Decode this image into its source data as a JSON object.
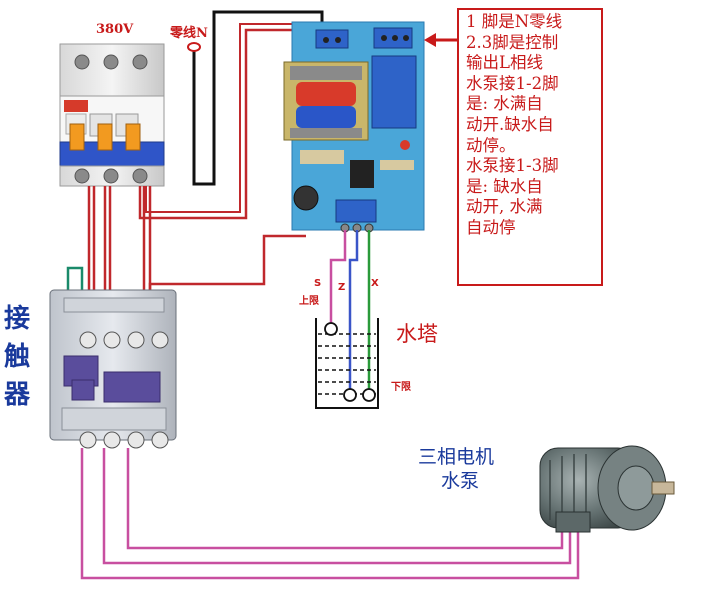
{
  "labels": {
    "voltage": "380V",
    "neutral_wire": "零线N",
    "contactor": [
      "接",
      "触",
      "器"
    ],
    "water_tower": "水塔",
    "upper_limit": "上限",
    "lower_limit": "下限",
    "probe_s": "S",
    "probe_z": "Z",
    "probe_x": "X",
    "motor_line1": "三相电机",
    "motor_line2": "水泵"
  },
  "notes": [
    "1 脚是N零线",
    "2.3脚是控制",
    "输出L相线",
    "水泵接1-2脚",
    "是: 水满自",
    "动开.缺水自",
    "动停。",
    "水泵接1-3脚",
    "是: 缺水自",
    "动开, 水满",
    "自动停"
  ],
  "colors": {
    "label_red": "#c81a1a",
    "label_blue": "#1a3a9c",
    "wire_red": "#c0282c",
    "wire_black": "#111111",
    "wire_pink": "#c84fa0",
    "wire_blue": "#3a55c8",
    "wire_green": "#2a9a3a",
    "board_blue": "#4aa6d8"
  },
  "icons": {
    "breaker": "circuit-breaker-icon",
    "board": "water-level-controller-board-icon",
    "contactor": "contactor-icon",
    "tank": "water-tank-icon",
    "motor": "three-phase-motor-icon",
    "arrow": "pointer-arrow-icon"
  }
}
